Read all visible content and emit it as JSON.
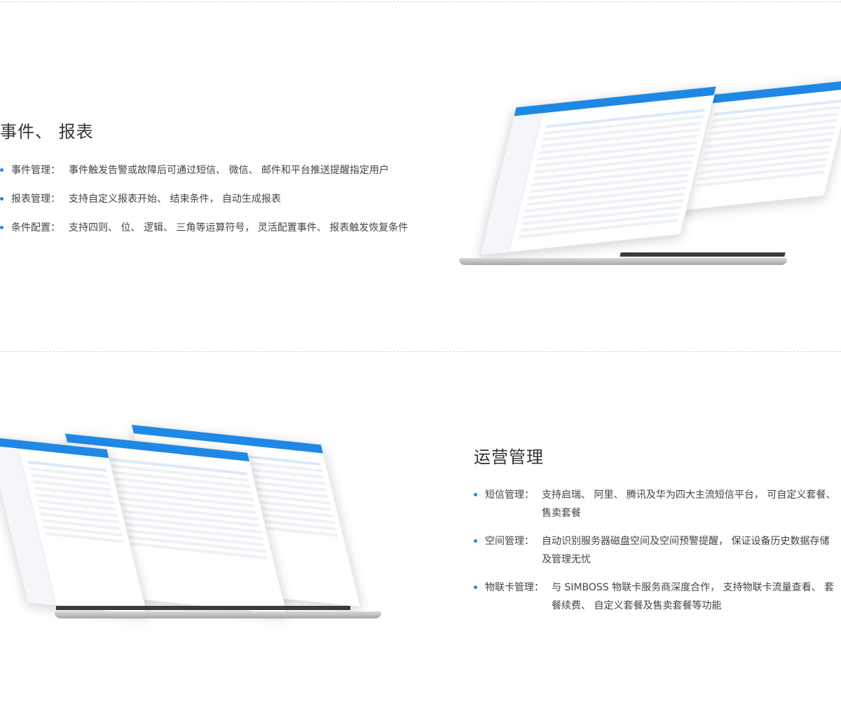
{
  "section1": {
    "title": "事件、 报表",
    "items": [
      {
        "label": "事件管理：",
        "text": "事件触发告警或故障后可通过短信、 微信、 邮件和平台推送提醒指定用户"
      },
      {
        "label": "报表管理：",
        "text": "支持自定义报表开始、 结束条件， 自动生成报表"
      },
      {
        "label": "条件配置：",
        "text": "支持四则、 位、 逻辑、 三角等运算符号， 灵活配置事件、 报表触发恢复条件"
      }
    ]
  },
  "section2": {
    "title": "运营管理",
    "items": [
      {
        "label": "短信管理：",
        "text": "支持启瑞、 阿里、 腾讯及华为四大主流短信平台， 可自定义套餐、 售卖套餐"
      },
      {
        "label": "空间管理：",
        "text": "自动识别服务器磁盘空间及空间预警提醒， 保证设备历史数据存储 及管理无忧"
      },
      {
        "label": "物联卡管理：",
        "text": "与 SIMBOSS 物联卡服务商深度合作， 支持物联卡流量查看、 套 餐续费、 自定义套餐及售卖套餐等功能"
      }
    ]
  },
  "colors": {
    "accent": "#1e88e5",
    "divider": "#d6d6d6"
  }
}
